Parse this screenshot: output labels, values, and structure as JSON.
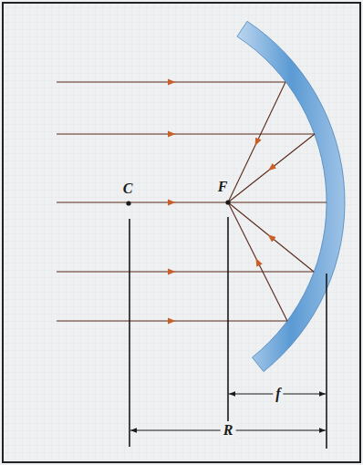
{
  "diagram": {
    "labels": [
      "C",
      "F",
      "f",
      "R"
    ]
  }
}
